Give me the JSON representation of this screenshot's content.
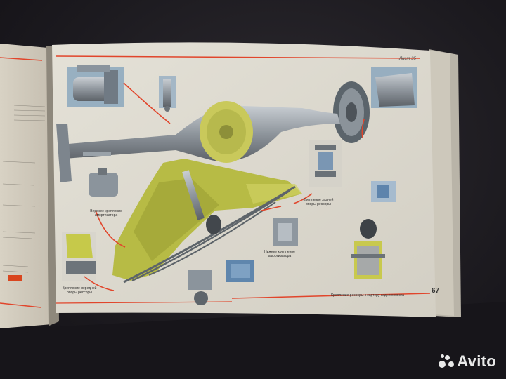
{
  "book": {
    "header": "Лист 35",
    "page_number": "67",
    "captions": {
      "upper_shock_mount": "Верхнее крепление амортизатора",
      "rear_spring_eye_mount": "Крепление задней опоры рессоры",
      "lower_shock_mount": "Нижнее крепление амортизатора",
      "front_spring_eye_mount": "Крепление передней опоры рессоры",
      "spring_to_axle_mount": "Крепление рессоры к картеру заднего моста"
    }
  },
  "watermark": {
    "brand": "Avito",
    "colors": [
      "#97cf26",
      "#a169f7",
      "#ff6163",
      "#00aaff"
    ]
  }
}
